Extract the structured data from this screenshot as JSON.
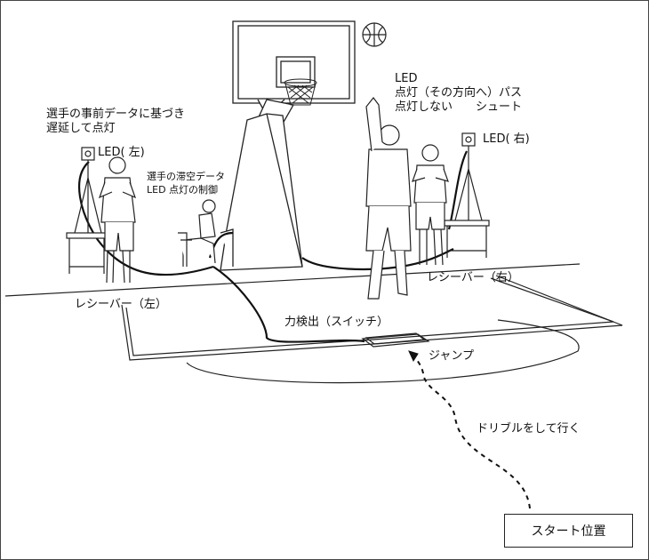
{
  "labels": {
    "leds_delay": [
      "選手の事前データに基づき",
      "遅延して点灯"
    ],
    "led_left": "LED( 左)",
    "led_right": "LED( 右)",
    "control": [
      "選手の滞空データ",
      "LED 点灯の制御"
    ],
    "led_top": "LED",
    "led_lit_line": "点灯（その方向へ）パス",
    "led_unlit_line": "点灯しない　　シュート",
    "receiver_left": "レシーバー（左）",
    "receiver_right": "レシーバー（右）",
    "force_sensor": "力検出（スイッチ）",
    "jump": "ジャンプ",
    "dribble": "ドリブルをして行く",
    "start": "スタート位置"
  }
}
